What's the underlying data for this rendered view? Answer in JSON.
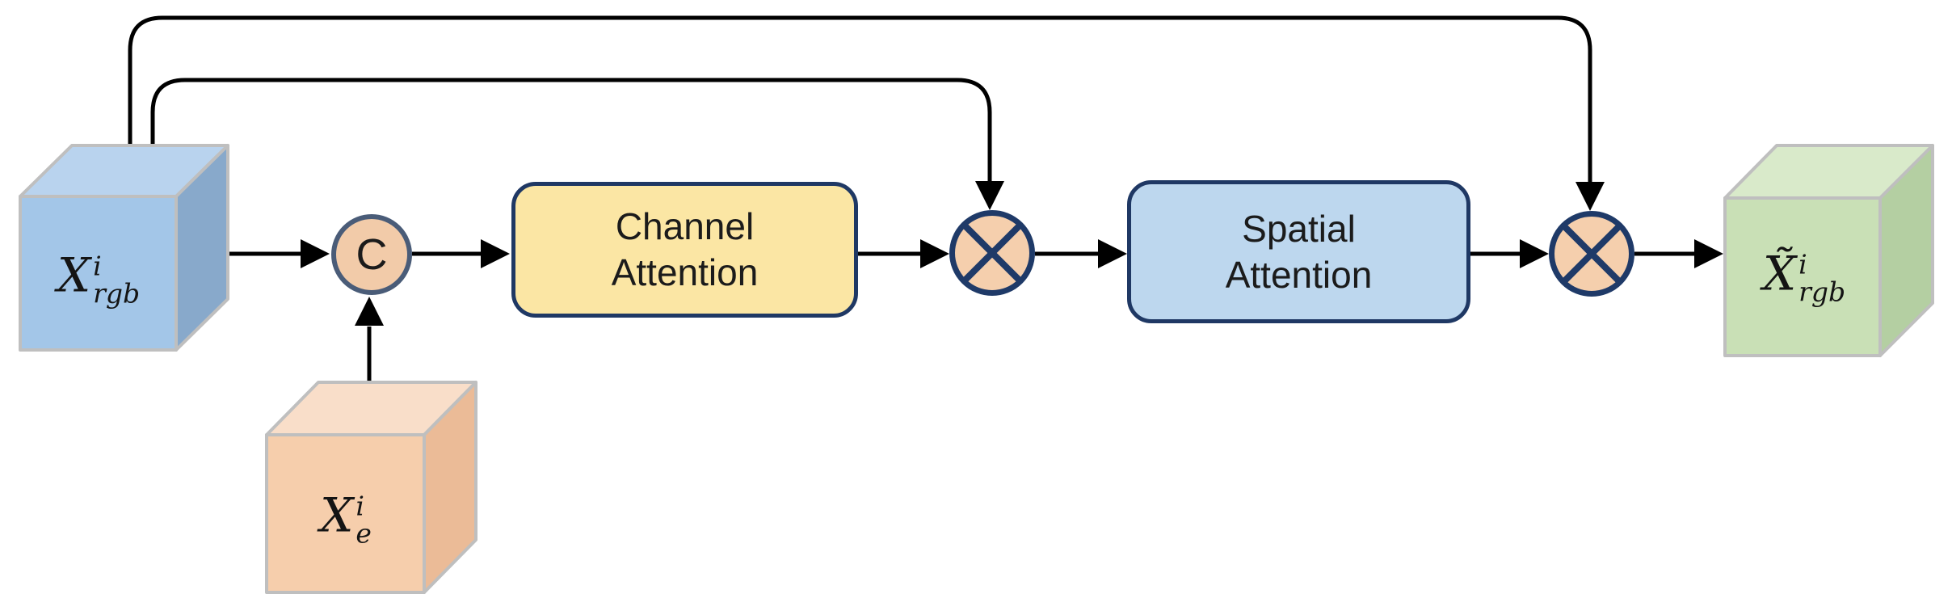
{
  "diagram": {
    "nodes": {
      "input_rgb": {
        "base": "X",
        "sup": "i",
        "sub": "rgb"
      },
      "input_edge": {
        "base": "X",
        "sup": "i",
        "sub": "e"
      },
      "output_rgb": {
        "base": "X̃",
        "sup": "i",
        "sub": "rgb"
      },
      "concat": {
        "label": "C"
      },
      "channel_attention": {
        "lines": [
          "Channel",
          "Attention"
        ]
      },
      "spatial_attention": {
        "lines": [
          "Spatial",
          "Attention"
        ]
      }
    },
    "icons": {
      "multiply1": "circle-multiply-icon",
      "multiply2": "circle-multiply-icon",
      "concat": "circle-concatenate-icon"
    },
    "colors": {
      "rgb_cube_front": "#A3C6E8",
      "rgb_cube_top": "#B9D3EE",
      "rgb_cube_side": "#88A9CB",
      "edge_cube_front": "#F6CEAC",
      "edge_cube_top": "#F9DEC9",
      "edge_cube_side": "#EBBB97",
      "output_cube_front": "#C9E0B6",
      "output_cube_top": "#D9EACA",
      "output_cube_side": "#B4CFA2",
      "cube_border": "#BFBFBF",
      "channel_box_fill": "#FBE6A4",
      "spatial_box_fill": "#BDD7EE",
      "box_border": "#1F3864",
      "concat_fill": "#F2CBA9",
      "concat_border": "#4A5C78",
      "multiply_fill": "#F5CFAD",
      "multiply_border": "#1F3A68",
      "arrow": "#000000",
      "text": "#1B1B1B"
    }
  }
}
